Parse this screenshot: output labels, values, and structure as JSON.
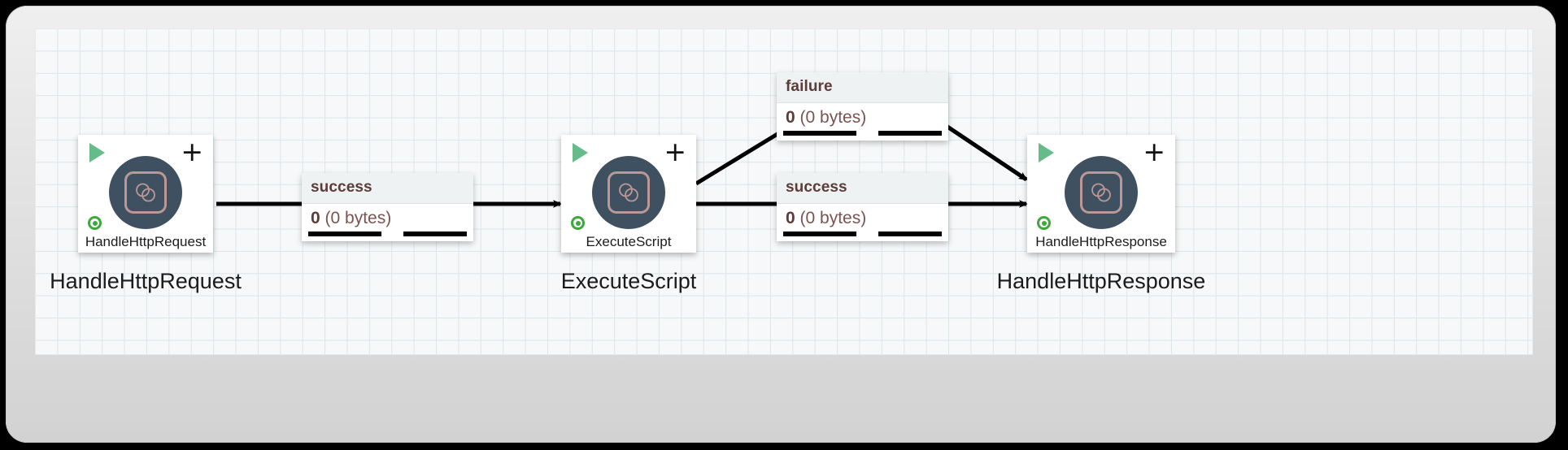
{
  "app": {
    "canvas_name": "nifi-flow-canvas",
    "background": "#f6f8f9",
    "grid_color": "#dde5e9",
    "node_disc_color": "#3f5161",
    "glyph_color": "#bb9896",
    "running_color": "#3ea83e",
    "play_color": "#66bb8a",
    "label_header_color": "#5d3b38"
  },
  "nodes": [
    {
      "id": "handle-http-request",
      "name": "HandleHttpRequest",
      "caption": "HandleHttpRequest",
      "add_label": "+",
      "play_icon": "play-triangle-icon",
      "status_icon": "running-dot-icon",
      "type_icon": "processor-glyph-icon"
    },
    {
      "id": "execute-script",
      "name": "ExecuteScript",
      "caption": "ExecuteScript",
      "add_label": "+",
      "play_icon": "play-triangle-icon",
      "status_icon": "running-dot-icon",
      "type_icon": "processor-glyph-icon"
    },
    {
      "id": "handle-http-response",
      "name": "HandleHttpResponse",
      "caption": "HandleHttpResponse",
      "add_label": "+",
      "play_icon": "play-triangle-icon",
      "status_icon": "running-dot-icon",
      "type_icon": "processor-glyph-icon"
    }
  ],
  "connections": [
    {
      "id": "conn-request-to-script",
      "relationship": "success",
      "count": "0",
      "size": "(0 bytes)",
      "source": "HandleHttpRequest",
      "destination": "ExecuteScript"
    },
    {
      "id": "conn-script-failure",
      "relationship": "failure",
      "count": "0",
      "size": "(0 bytes)",
      "source": "ExecuteScript",
      "destination": "HandleHttpResponse"
    },
    {
      "id": "conn-script-success",
      "relationship": "success",
      "count": "0",
      "size": "(0 bytes)",
      "source": "ExecuteScript",
      "destination": "HandleHttpResponse"
    }
  ]
}
